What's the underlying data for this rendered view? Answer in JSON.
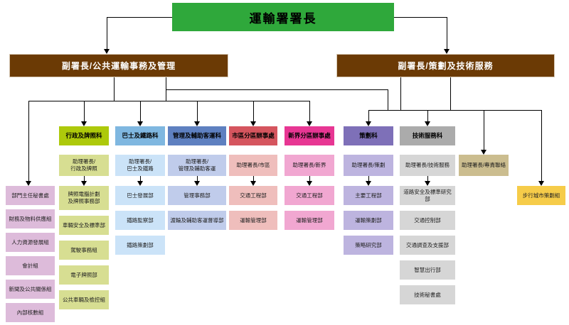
{
  "root": {
    "label": "運輸署署長",
    "color": "#2FA83B"
  },
  "deputies": [
    {
      "label": "副署長/公共運輸事務及管理",
      "color": "#6B3A05"
    },
    {
      "label": "副署長/策劃及技術服務",
      "color": "#6B3A05"
    }
  ],
  "branches": [
    {
      "name": "行政及牌照科",
      "header_color": "#ADC90B",
      "box_color": "#D7DE92",
      "assistant": [
        "助理署長/",
        "行政及牌照"
      ],
      "divisions": [
        [
          "牌照電腦計劃",
          "及牌照事務部"
        ],
        [
          "車輛安全及標準部"
        ],
        [
          "駕駛事務組"
        ],
        [
          "電子牌照部"
        ],
        [
          "公共車輛及檢控組"
        ]
      ]
    },
    {
      "name": "巴士及鐵路科",
      "header_color": "#7FB7E0",
      "box_color": "#CBE3F8",
      "assistant": [
        "助理署長/",
        "巴士及鐵路"
      ],
      "divisions": [
        [
          "巴士發展部"
        ],
        [
          "鐵路監察部"
        ],
        [
          "鐵路策劃部"
        ]
      ]
    },
    {
      "name": "管理及輔助客運科",
      "header_color": "#5E80C0",
      "box_color": "#C0CCEB",
      "assistant": [
        "助理署長/",
        "管理及輔助客運"
      ],
      "divisions": [
        [
          "管理事務部"
        ],
        [
          "渡輪及輔助客運督導部"
        ]
      ]
    },
    {
      "name": "市區分區辦事處",
      "header_color": "#D5555E",
      "box_color": "#EFBEBC",
      "assistant": [
        "助理署長/市區"
      ],
      "divisions": [
        [
          "交通工程部"
        ],
        [
          "運輸管理部"
        ]
      ]
    },
    {
      "name": "新界分區辦事處",
      "header_color": "#E73693",
      "box_color": "#F1A7D1",
      "assistant": [
        "助理署長/新界"
      ],
      "divisions": [
        [
          "交通工程部"
        ],
        [
          "運輸管理部"
        ]
      ]
    },
    {
      "name": "策劃科",
      "header_color": "#7E70B8",
      "box_color": "#BDB4DF",
      "assistant": [
        "助理署長/策劃"
      ],
      "divisions": [
        [
          "主要工程部"
        ],
        [
          "運輸策劃部"
        ],
        [
          "策略研究部"
        ]
      ]
    },
    {
      "name": "技術服務科",
      "header_color": "#ABABAB",
      "box_color": "#D6D6D6",
      "assistant": [
        "助理署長/技術服務"
      ],
      "divisions": [
        [
          "道路安全及標準研究部"
        ],
        [
          "交通控制部"
        ],
        [
          "交通調查及支援部"
        ],
        [
          "智慧出行部"
        ],
        [
          "技術秘書處"
        ]
      ]
    }
  ],
  "direct_units": {
    "box_color": "#DDBBDA",
    "items": [
      "部門主任秘書處",
      "財務及物料供應組",
      "人力資源發展組",
      "會計組",
      "新聞及公共關係組",
      "內部核數組"
    ]
  },
  "special_assistant": {
    "label": "助理署長/專責聯絡",
    "color": "#CBBD8F"
  },
  "walkable_city_unit": {
    "label": "步行城市策劃組",
    "color": "#F6CC49"
  }
}
